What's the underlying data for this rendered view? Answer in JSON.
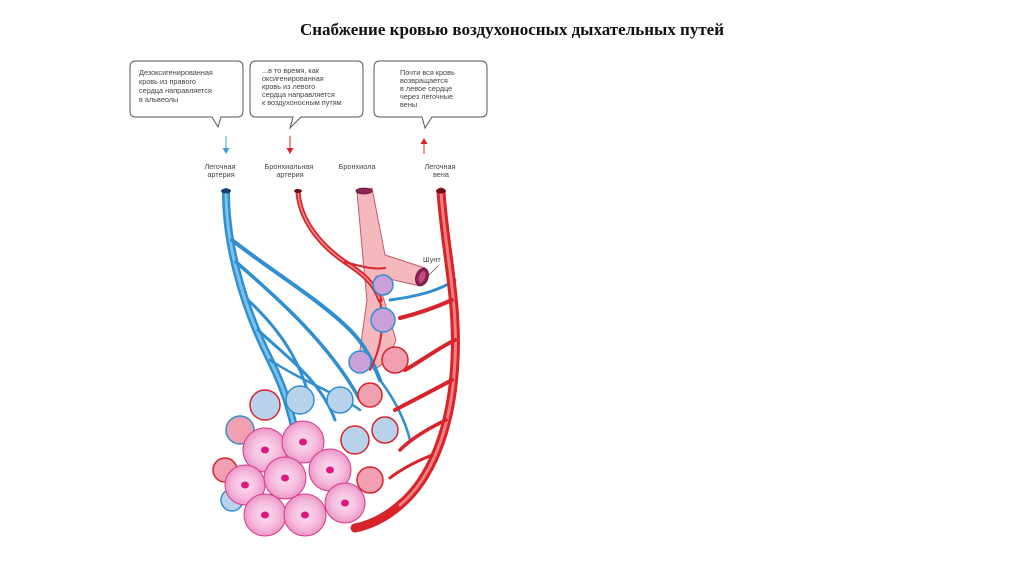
{
  "title": "Снабжение кровью воздухоносных дыхательных путей",
  "callouts": {
    "left": [
      "Дезоксигенированная",
      "кровь из правого",
      "сердца направляется",
      "в альвеолы"
    ],
    "middle": [
      "...в то время, как",
      "оксигенированная",
      "кровь из левого",
      "сердца направляется",
      "к воздухоносным путям"
    ],
    "right": [
      "Почти вся кровь",
      "возвращается",
      "в левое сердце",
      "через легочные",
      "вены"
    ]
  },
  "labels": {
    "pulmonary_artery": [
      "Легочная",
      "артерия"
    ],
    "bronchial_artery": [
      "Бронхиальная",
      "артерия"
    ],
    "bronchiole": [
      "Бронхиола"
    ],
    "pulmonary_vein": [
      "Легочная",
      "вена"
    ],
    "shunt": "Шунт"
  },
  "colors": {
    "artery_blue": "#2f8fd0",
    "artery_red": "#d8232a",
    "bronchiole_pink": "#f4b8bd",
    "alveoli_pink": "#f3a9d4",
    "alveoli_core": "#e0167f",
    "callout_arrow_blue": "#3aa0d8",
    "callout_arrow_red": "#d8232a"
  }
}
